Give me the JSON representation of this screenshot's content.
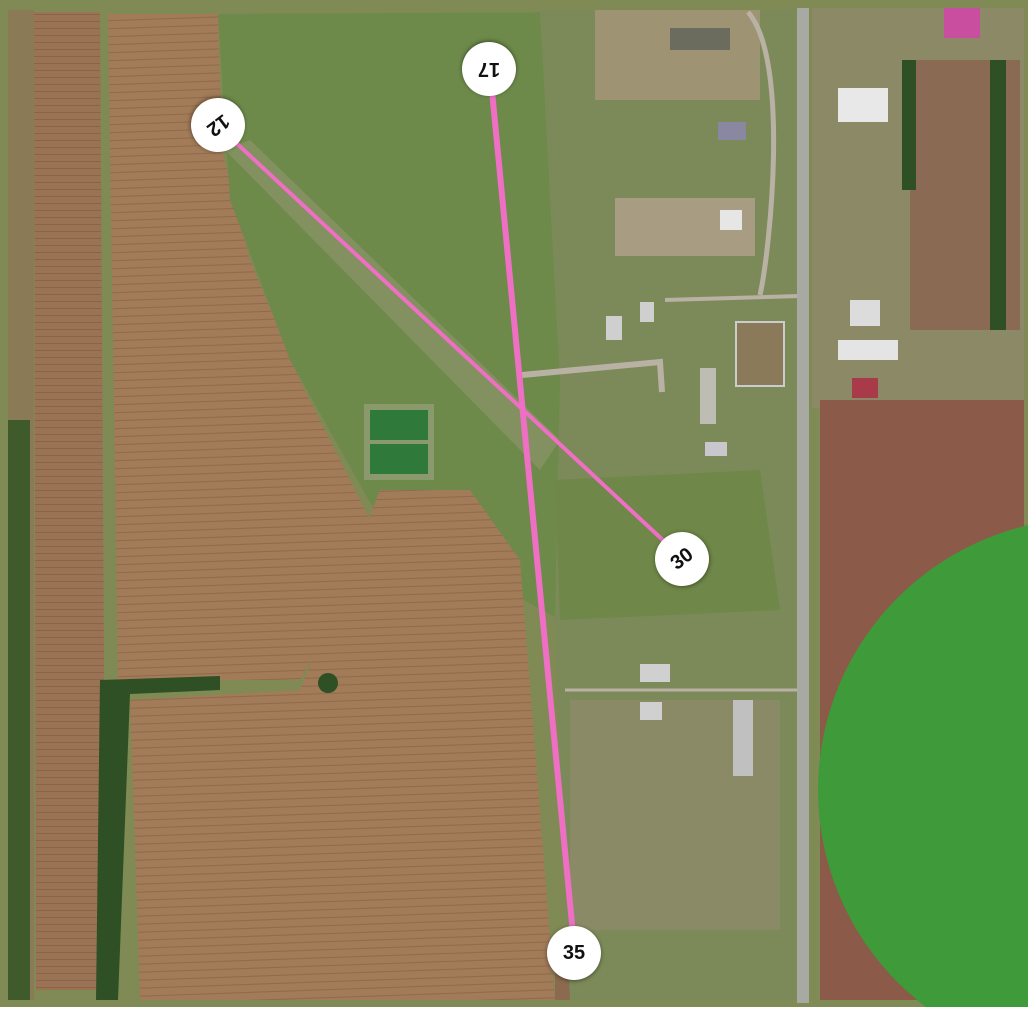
{
  "map": {
    "type": "satellite",
    "runways": [
      {
        "id": "runway-17-35",
        "ends": [
          "17",
          "35"
        ]
      },
      {
        "id": "runway-12-30",
        "ends": [
          "12",
          "30"
        ]
      }
    ],
    "runway_labels": {
      "r12": "12",
      "r17": "17",
      "r30": "30",
      "r35": "35"
    },
    "colors": {
      "runway_line": "#ee6fc4",
      "field_brown": "#a07a57",
      "grass_green": "#6a8a4a",
      "circle_field": "#3f9a3a",
      "road": "#b8b1a3",
      "label_bg": "#ffffff"
    }
  }
}
